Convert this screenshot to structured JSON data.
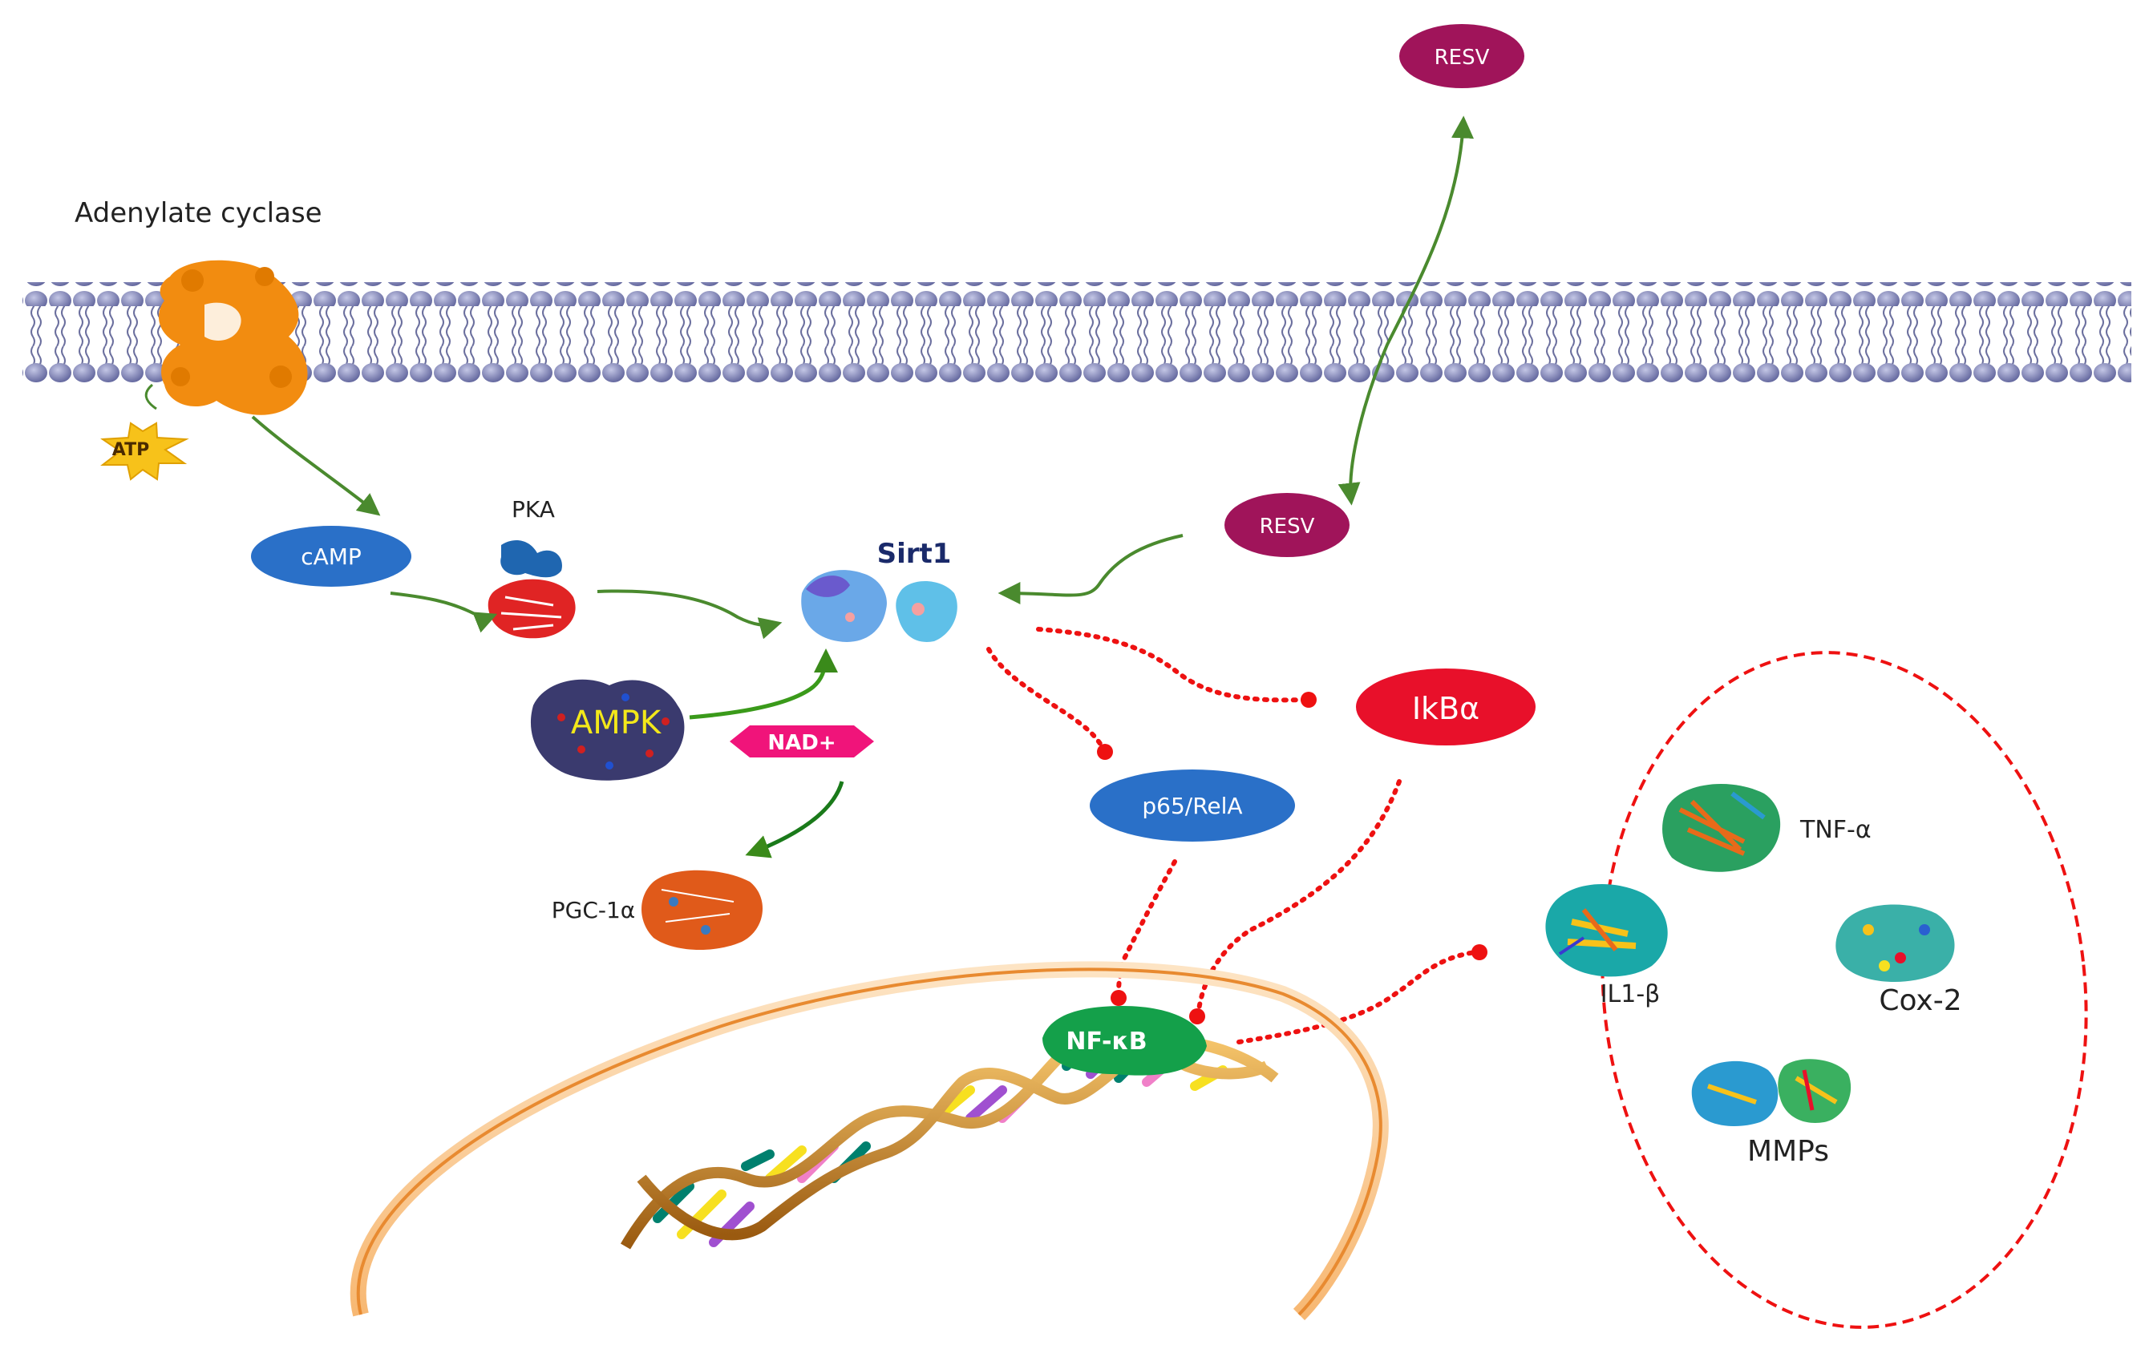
{
  "labels": {
    "adenylate_cyclase": "Adenylate cyclase",
    "atp": "ATP",
    "camp": "cAMP",
    "pka": "PKA",
    "sirt1": "Sirt1",
    "resv_outer": "RESV",
    "resv_inner": "RESV",
    "ampk": "AMPK",
    "nad": "NAD+",
    "pgc1a": "PGC-1α",
    "ikba": "IkBα",
    "p65": "p65/RelA",
    "nfkb": "NF-κB",
    "tnfa": "TNF-α",
    "il1b": "IL1-β",
    "cox2": "Cox-2",
    "mmps": "MMPs"
  },
  "colors": {
    "membrane_head": "#7a7fb5",
    "membrane_tail": "#6b6f9e",
    "activation_arrow": "#4a8a2e",
    "inhibition": "#ee1111",
    "camp_fill": "#2a70c8",
    "p65_fill": "#2a70c8",
    "resv_fill": "#a0145a",
    "ikba_fill": "#e8102a",
    "nad_fill": "#f0147a",
    "nfkb_fill": "#14a04a",
    "atp_fill": "#f7c21a",
    "adenylate_cyclase": "#f28c10",
    "nucleus_outline": "#f0a050"
  }
}
